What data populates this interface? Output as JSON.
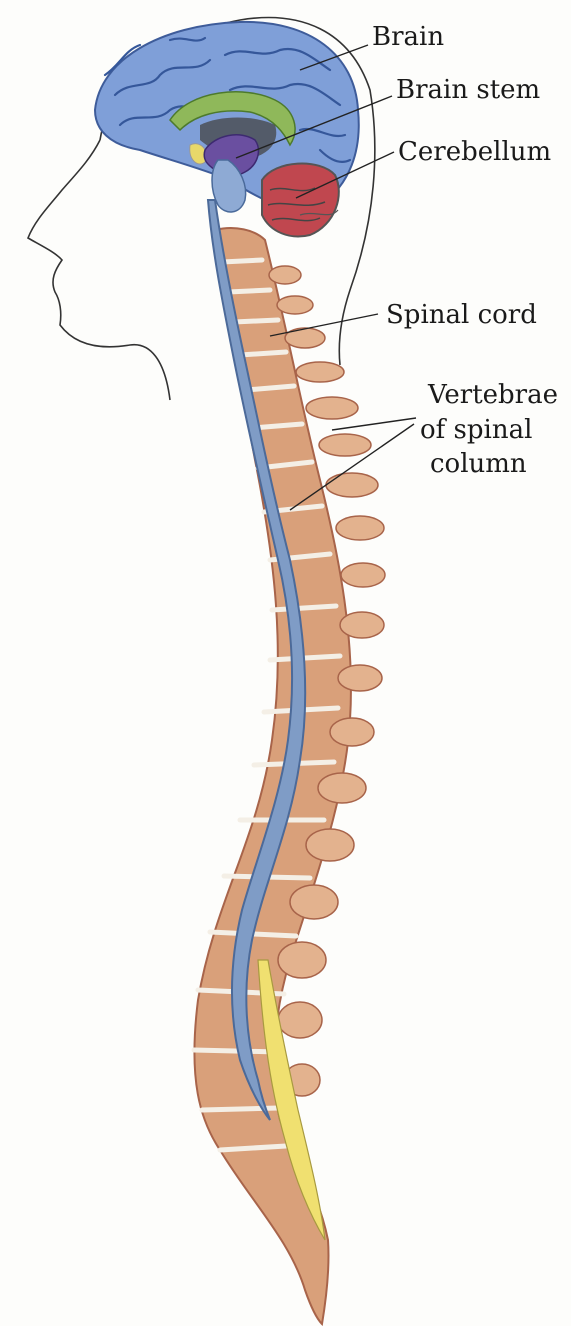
{
  "labels": {
    "brain": "Brain",
    "brain_stem": "Brain stem",
    "cerebellum": "Cerebellum",
    "spinal_cord": "Spinal cord",
    "vertebrae_line1": "Vertebrae",
    "vertebrae_line2": "of spinal",
    "vertebrae_line3": "column"
  },
  "colors": {
    "brain": "#7f9fd8",
    "brain_fold": "#4f6fae",
    "corpus_callosum": "#8fb85a",
    "brain_stem": "#6a4fa0",
    "cerebellum": "#c0474f",
    "spinal_cord": "#7f9cc6",
    "vertebra": "#d9a07a",
    "vertebra_edge": "#a8644a",
    "disc": "#f4efe6",
    "cauda": "#f0e070",
    "outline": "#333333"
  }
}
